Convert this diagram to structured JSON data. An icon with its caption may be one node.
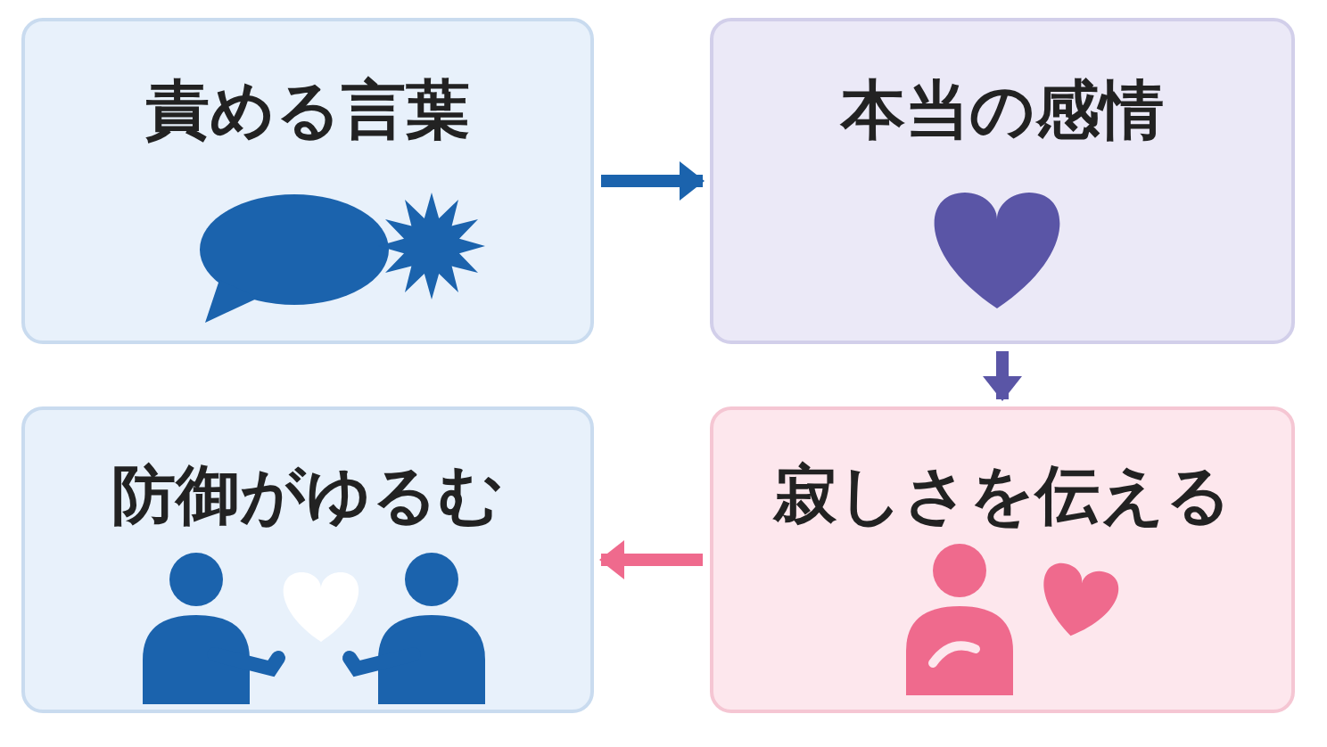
{
  "diagram": {
    "nodes": [
      {
        "text": [
          "責める言葉"
        ]
      },
      {
        "text": [
          "本当の感情"
        ]
      },
      {
        "text": [
          "寂しさを伝える"
        ]
      },
      {
        "text": [
          "防御がゆるむ"
        ]
      }
    ],
    "edges": [
      {
        "from": 0,
        "to": 1,
        "arrow": "to",
        "color": "#1b63ad"
      },
      {
        "from": 1,
        "to": 2,
        "arrow": "to",
        "color": "#5a55a6"
      },
      {
        "from": 2,
        "to": 3,
        "arrow": "to",
        "color": "#ef6a8d"
      }
    ]
  }
}
